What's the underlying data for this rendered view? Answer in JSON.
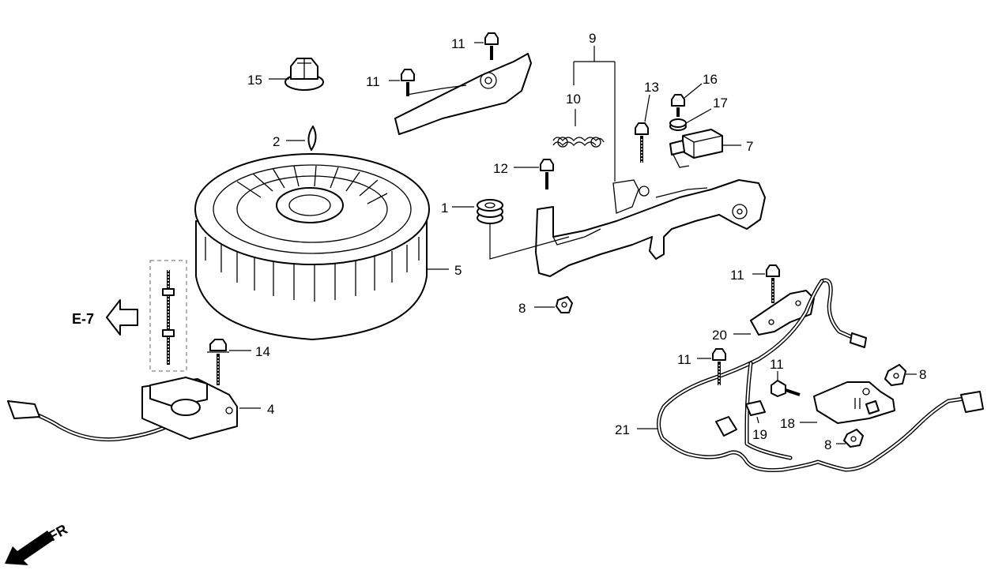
{
  "callouts": {
    "p1": "1",
    "p2": "2",
    "p4": "4",
    "p5": "5",
    "p7": "7",
    "p8a": "8",
    "p8b": "8",
    "p8c": "8",
    "p9": "9",
    "p10": "10",
    "p11a": "11",
    "p11b": "11",
    "p11c": "11",
    "p11d": "11",
    "p11e": "11",
    "p12": "12",
    "p13": "13",
    "p14": "14",
    "p15": "15",
    "p16": "16",
    "p17": "17",
    "p18": "18",
    "p19": "19",
    "p20": "20",
    "p21": "21"
  },
  "reference": "E-7",
  "direction": "FR"
}
